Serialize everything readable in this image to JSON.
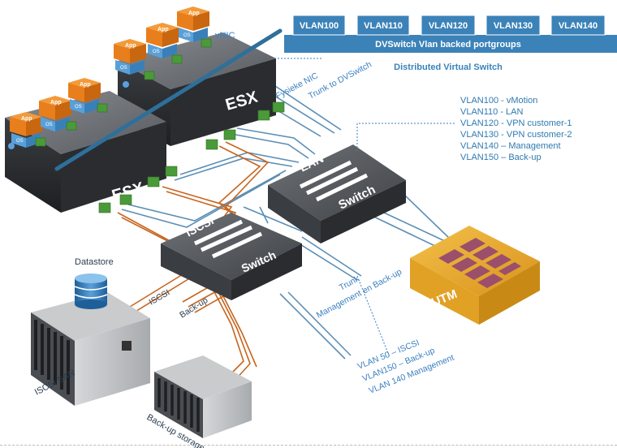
{
  "dvswitch": {
    "vlans": [
      "VLAN100",
      "VLAN110",
      "VLAN120",
      "VLAN130",
      "VLAN140"
    ],
    "bar_label": "DVSwitch Vlan backed portgroups",
    "caption": "Distributed Virtual Switch"
  },
  "labels": {
    "vnic": "vNIC",
    "fysieke_nic": "Fysieke NIC",
    "trunk_to_dvswitch": "Trunk to DVSwitch",
    "esx": "ESX",
    "app": "App",
    "os": "OS",
    "lan_switch_top": "LAN",
    "lan_switch_bottom": "Switch",
    "iscsi_switch_top": "ISCSI",
    "iscsi_switch_bottom": "Switch",
    "utm": "UTM",
    "datastore": "Datastore",
    "iscsi_san": "ISCSI SAN",
    "backup_storage": "Back-up storage",
    "iscsi_link": "ISCSI",
    "backup_link": "Back-up",
    "trunk_note_line1": "Trunk",
    "trunk_note_line2": "Management en Back-up"
  },
  "vlan_list": [
    "VLAN100 - vMotion",
    "VLAN110 - LAN",
    "VLAN120 - VPN customer-1",
    "VLAN130 - VPN customer-2",
    "VLAN140 – Management",
    "VLAN150 – Back-up"
  ],
  "iscsi_vlan_list": [
    "VLAN 50 – ISCSI",
    "VLAN150 – Back-up",
    "VLAN 140 Management"
  ],
  "colors": {
    "vlan_box": "#3b82b8",
    "orange_cable": "#c8651e",
    "blue_cable": "#5b8fb5",
    "utm": "#e7a72a",
    "utm_brick": "#9b4f6b"
  }
}
